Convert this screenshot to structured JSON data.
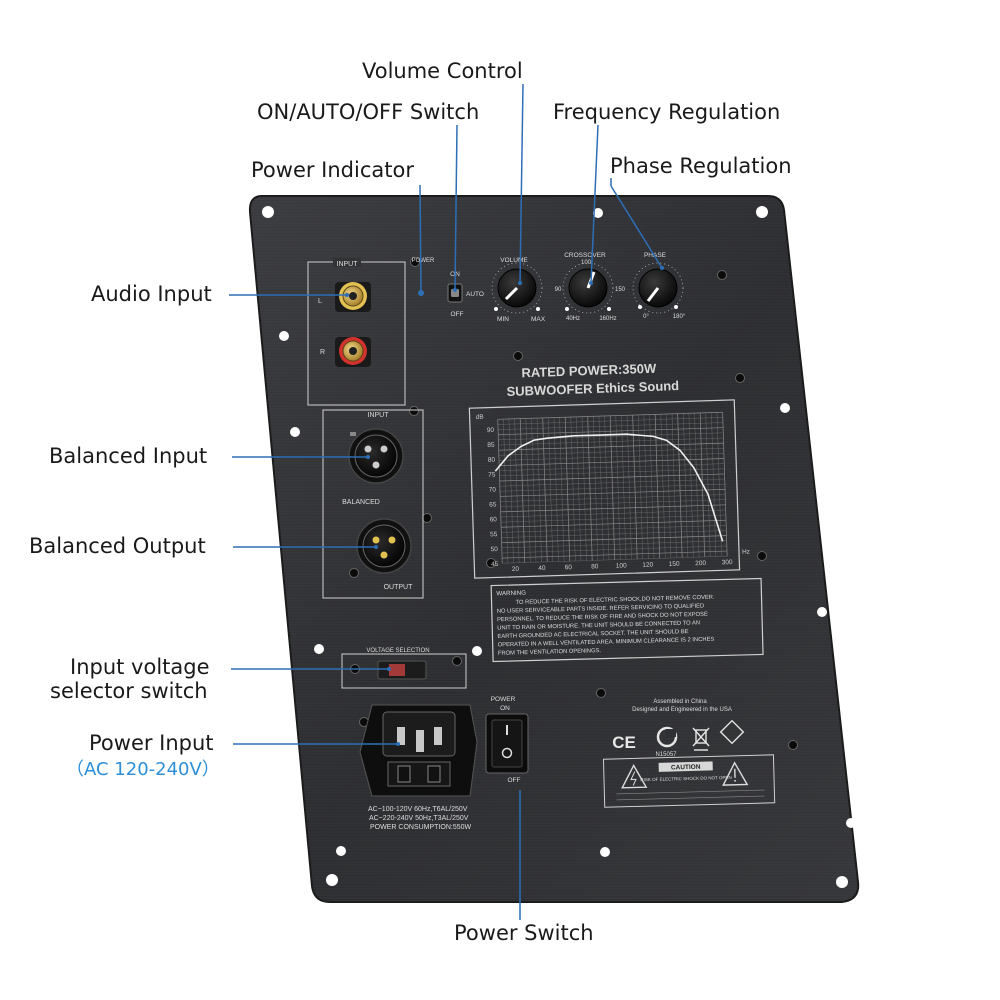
{
  "callouts": {
    "volume_control": "Volume Control",
    "on_auto_off_switch": "ON/AUTO/OFF Switch",
    "frequency_regulation": "Frequency Regulation",
    "power_indicator": "Power Indicator",
    "phase_regulation": "Phase Regulation",
    "audio_input": "Audio Input",
    "balanced_input": "Balanced Input",
    "balanced_output": "Balanced Output",
    "input_voltage_line1": "Input voltage",
    "input_voltage_line2": "selector switch",
    "power_input": "Power Input",
    "power_input_sub": "（AC 120-240V）",
    "power_switch": "Power Switch"
  },
  "panel": {
    "input": "INPUT",
    "left": "L",
    "right": "R",
    "power": "POWER",
    "on": "ON",
    "auto": "AUTO",
    "off": "OFF",
    "volume": "VOLUME",
    "min": "MIN",
    "max": "MAX",
    "crossover": "CROSSOVER",
    "f40": "40Hz",
    "f160": "160Hz",
    "f90": "90",
    "f150": "150",
    "f100": "100",
    "phase": "PHASE",
    "p0": "0°",
    "p180": "180°",
    "xlr_input": "INPUT",
    "balanced": "BALANCED",
    "output": "OUTPUT",
    "rated_power": "RATED POWER:350W",
    "subwoofer": "SUBWOOFER Ethics Sound",
    "voltage_selection": "VOLTAGE SELECTION",
    "power_on": "POWER",
    "power_on2": "ON",
    "power_off": "OFF",
    "ac1": "AC~100-120V 60Hz,T6AL/250V",
    "ac2": "AC~220-240V 50Hz,T3AL/250V",
    "consumption": "POWER CONSUMPTION:550W",
    "assembled": "Assembled in China",
    "designed": "Designed and Engineered in the USA",
    "ce": "CE",
    "cert": "N15057",
    "caution": "CAUTION",
    "caution_sub": "RISK OF ELECTRIC SHOCK DO NOT OPEN"
  },
  "warning": {
    "title": "WARNING",
    "lines": [
      "TO REDUCE THE RISK OF ELECTRIC SHOCK,DO NOT REMOVE COVER.",
      "NO USER SERVICEABLE PARTS INSIDE. REFER SERVICING TO QUALIFIED",
      "PERSONNEL. TO REDUCE THE RISK OF FIRE AND SHOCK DO NOT EXPOSE",
      "UNIT TO RAIN OR MOISTURE. THE UNIT SHOULD BE CONNECTED TO AN",
      "EARTH GROUNDED AC ELECTRICAL SOCKET. THE UNIT SHOULD BE",
      "OPERATED IN A WELL VENTILATED AREA. MINIMUM CLEARANCE IS 2 INCHES",
      "FROM THE VENTILATION OPENINGS."
    ]
  },
  "chart_data": {
    "type": "line",
    "ylabel": "dB",
    "xlabel": "",
    "xunit": "Hz",
    "x_ticks": [
      "20",
      "40",
      "60",
      "80",
      "100",
      "120",
      "150",
      "200",
      "300"
    ],
    "y_ticks": [
      90,
      85,
      80,
      75,
      70,
      65,
      60,
      55,
      50,
      45
    ],
    "ylim": [
      45,
      92
    ],
    "series": [
      {
        "x_index": [
          0,
          0.5,
          1,
          1.5,
          2,
          3,
          4,
          5,
          6,
          6.5,
          7,
          7.5,
          8,
          8.5
        ],
        "values": [
          76,
          81,
          84,
          86,
          86.5,
          87,
          87,
          87,
          86,
          84.5,
          81,
          75,
          66,
          50
        ]
      }
    ],
    "grid": true
  }
}
